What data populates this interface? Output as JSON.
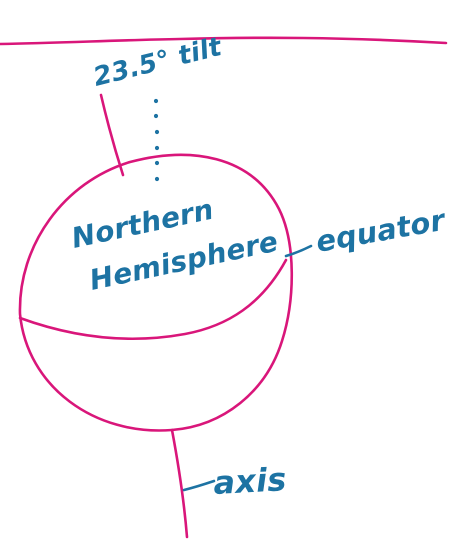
{
  "diagram": {
    "tilt_label": "23.5° tilt",
    "hemisphere_label_line1": "Northern",
    "hemisphere_label_line2": "Hemisphere",
    "equator_label": "equator",
    "axis_label": "axis",
    "colors": {
      "line": "#d9167a",
      "text": "#1d73a3"
    }
  }
}
